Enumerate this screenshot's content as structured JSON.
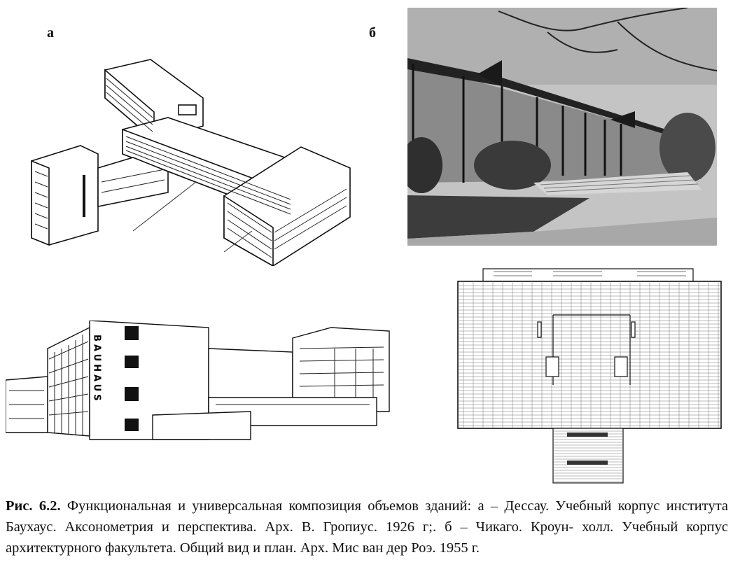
{
  "panel_labels": {
    "a": "а",
    "b": "б"
  },
  "drawing_sign": "BAUHAUS",
  "caption": {
    "figure_number": "Рис. 6.2.",
    "text": "Функциональная и универсальная композиция объемов зданий: а – Дессау. Учебный корпус института Баухаус. Аксонометрия и перспектива. Арх. В. Гропиус. 1926 г;. б –  Чикаго. Кроун- холл. Учебный корпус архитектурного факультета. Общий вид и план. Арх. Мис ван дер Роэ. 1955 г."
  }
}
